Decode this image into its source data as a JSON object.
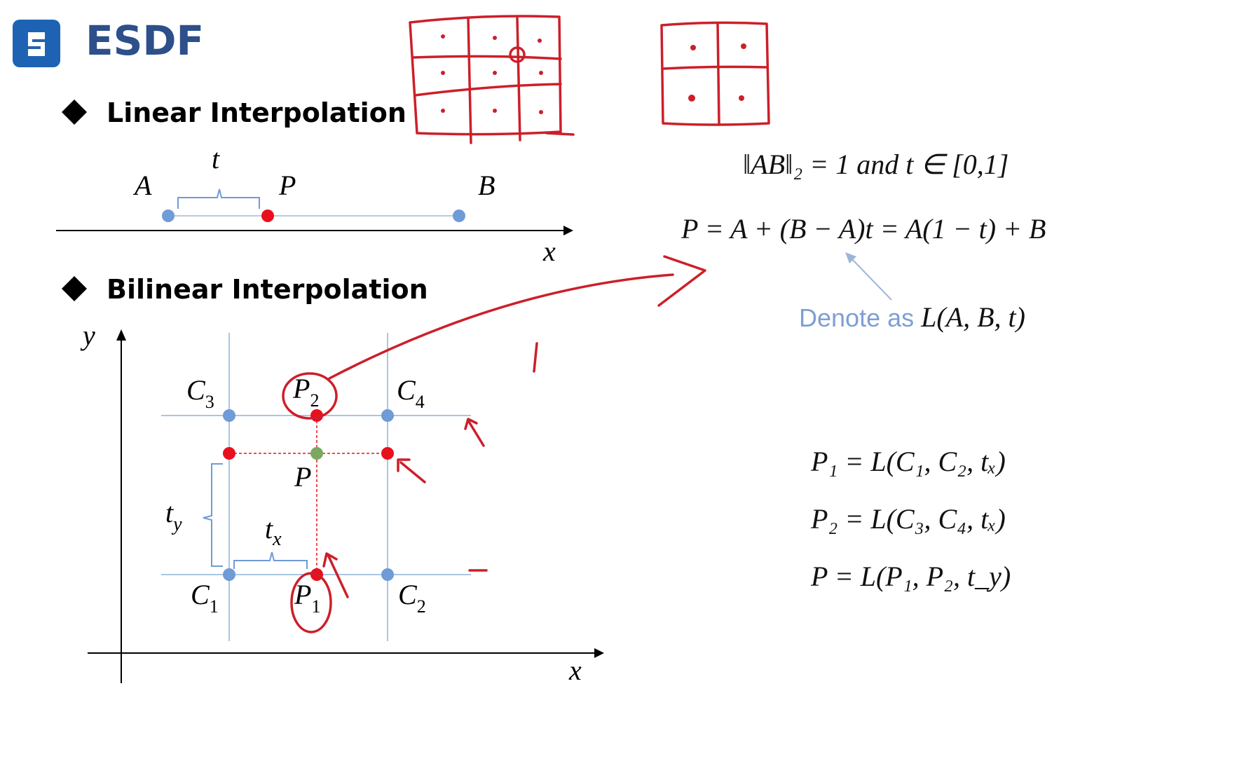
{
  "slide": {
    "title": "ESDF",
    "logo_icon": "s-logo-icon"
  },
  "linear": {
    "heading": "Linear Interpolation",
    "label_t": "t",
    "label_a": "A",
    "label_p": "P",
    "label_b": "B",
    "label_x": "x"
  },
  "bilinear": {
    "heading": "Bilinear Interpolation",
    "label_y": "y",
    "label_x": "x",
    "label_p": "P",
    "label_ty_base": "t",
    "label_ty_sub": "y",
    "label_tx_base": "t",
    "label_tx_sub": "x",
    "corners": {
      "c1": {
        "base": "C",
        "sub": "1"
      },
      "c2": {
        "base": "C",
        "sub": "2"
      },
      "c3": {
        "base": "C",
        "sub": "3"
      },
      "c4": {
        "base": "C",
        "sub": "4"
      }
    },
    "points": {
      "p1": {
        "base": "P",
        "sub": "1"
      },
      "p2": {
        "base": "P",
        "sub": "2"
      }
    }
  },
  "formulas": {
    "norm": "‖AB‖₂ = 1  and  t ∈ [0,1]",
    "lerp": "P = A + (B − A)t = A(1 − t) + B",
    "denote_text": "Denote as ",
    "denote_func": "L(A, B, t)",
    "p1_eq": "P₁ = L(C₁, C₂, tₓ)",
    "p2_eq": "P₂ = L(C₃, C₄, tₓ)",
    "p_eq": "P  = L(P₁, P₂, t_y)"
  },
  "colors": {
    "blue_point": "#6f9bd6",
    "red_point": "#e8101e",
    "green_point": "#7aa860",
    "grid_line": "#a9c6e2",
    "ink": "#cc1f2a",
    "title_blue": "#2d4f8a",
    "denote_blue": "#7f9fd4"
  }
}
